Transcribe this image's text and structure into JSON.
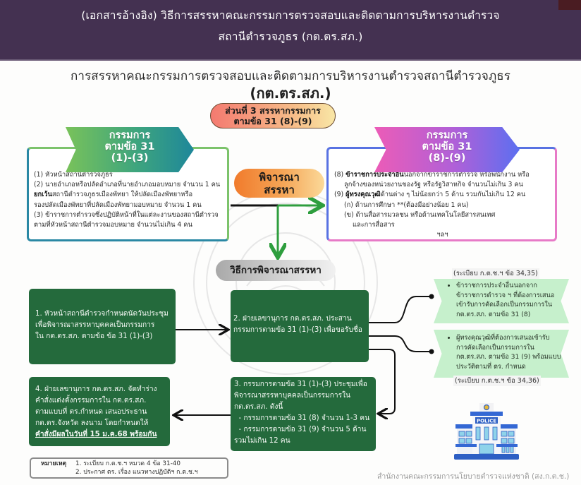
{
  "header": {
    "line1": "(เอกสารอ้างอิง)  วิธีการสรรหาคณะกรรมการตรวจสอบและติดตามการบริหารงานตำรวจ",
    "line2": "สถานีตำรวจภูธร (กต.ตร.สภ.)"
  },
  "title": {
    "main": "การสรรหาคณะกรรมการตรวจสอบและติดตามการบริหารงานตำรวจสถานีตำรวจภูธร",
    "abbr": "(กต.ตร.สภ.)"
  },
  "section_pill": {
    "line1": "ส่วนที่ 3 สรรหากรรมการ",
    "line2": "ตามข้อ 31 (8)-(9)"
  },
  "left_group": {
    "banner": [
      "กรรมการ",
      "ตามข้อ 31",
      "(1)-(3)"
    ],
    "items": {
      "i1": "(1) หัวหน้าสถานีตำรวจภูธร",
      "i2a": "(2) นายอำเภอหรือปลัดอำเภอที่นายอำเภอมอบหมาย จำนวน 1 คน",
      "i2b_bold": "ยกเว้น",
      "i2b": "สถานีตำรวจภูธรเมืองพัทยา ให้ปลัดเมืองพัทยาหรือ",
      "i2c": "รองปลัดเมืองพัทยาที่ปลัดเมืองพัทยามอบหมาย จำนวน 1 คน",
      "i3a": "(3) ข้าราชการตำรวจซึ่งปฏิบัติหน้าที่ในแต่ละงานของสถานีตำรวจ",
      "i3b": "ตามที่หัวหน้าสถานีตำรวจมอบหมาย จำนวนไม่เกิน 4 คน"
    }
  },
  "right_group": {
    "banner": [
      "กรรมการ",
      "ตามข้อ 31",
      "(8)-(9)"
    ],
    "items": {
      "i8_prefix": "(8) ",
      "i8_bold": "ข้าราชการประจำอื่น",
      "i8a": "นอกจากข้าราชการตำรวจ หรือพนักงาน หรือ",
      "i8b": "ลูกจ้างของหน่วยงานของรัฐ หรือรัฐวิสาหกิจ จำนวนไม่เกิน 3 คน",
      "i9_prefix": "(9) ",
      "i9_bold": "ผู้ทรงคุณวุฒิ",
      "i9a": "ด้านต่าง ๆ ไม่น้อยกว่า 5 ด้าน รวมกันไม่เกิน 12 คน",
      "ka": "(ก) ด้านการศึกษา **(ต้องมีอย่างน้อย 1 คน)",
      "kha1": "(ข) ด้านสื่อสารมวลชน หรือด้านเทคโนโลยีสารสนเทศ",
      "kha2": "และการสื่อสาร",
      "etc": "ฯลฯ"
    }
  },
  "consider_pill": {
    "line1": "พิจารณา",
    "line2": "สรรหา"
  },
  "method_pill": "วิธีการพิจารณาสรรหา",
  "steps": {
    "s1": [
      "1. หัวหน้าสถานีตำรวจกำหนดนัดวันประชุม",
      "เพื่อพิจารณาสรรหาบุคคลเป็นกรรมการ",
      "ใน กต.ตร.สภ. ตามข้อ ข้อ 31 (1)-(3)"
    ],
    "s2": [
      "2. ฝ่ายเลขานุการ กต.ตร.สภ. ประสาน",
      "กรรมการตามข้อ 31 (1)-(3) เพื่อขอรับชื่อ"
    ],
    "s3": [
      "3. กรรมการตามข้อ 31 (1)-(3) ประชุมเพื่อ",
      "พิจารณาสรรหาบุคคลเป็นกรรมการใน",
      "กต.ตร.สภ. ดังนี้",
      "  - กรรมการตามข้อ 31 (8) จำนวน 1-3 คน",
      "  - กรรมการตามข้อ 31 (9) จำนวน 5 ด้าน",
      "รวมไม่เกิน 12 คน"
    ],
    "s4": [
      "4. ฝ่ายเลขานุการ กต.ตร.สภ. จัดทำร่าง",
      "คำสั่งแต่งตั้งกรรมการใน กต.ตร.สภ.",
      "ตามแบบที่ ตร.กำหนด เสนอประธาน",
      "กต.ตร.จังหวัด ลงนาม โดยกำหนดให้"
    ],
    "s4_emph": "คำสั่งมีผลในวันที่ 15 ม.ค.68 พร้อมกัน"
  },
  "notes": {
    "reg_top": "(ระเบียบ ก.ต.ช.ฯ ข้อ 34,35)",
    "n1": [
      "ข้าราชการประจำอื่นนอกจาก",
      "ข้าราชการตำรวจ ฯ ที่ต้องการเสนอ",
      "เข้ารับการคัดเลือกเป็นกรรมการใน",
      "กต.ตร.สภ. ตามข้อ 31 (8)"
    ],
    "n2": [
      "ผู้ทรงคุณวุฒิที่ต้องการเสนอเข้ารับ",
      "การคัดเลือกเป็นกรรมการใน",
      "กต.ตร.สภ. ตามข้อ 31 (9) พร้อมแบบ",
      "ประวัติตามที่ ตร. กำหนด"
    ],
    "reg_bottom": "(ระเบียบ ก.ต.ช.ฯ ข้อ 34,36)"
  },
  "remark": {
    "label": "หมายเหตุ",
    "r1": "1. ระเบียบ ก.ต.ช.ฯ หมวด 4 ข้อ 31-40",
    "r2": "2. ประกาศ ตร. เรื่อง แนวทางปฏิบัติฯ ก.ต.ช.ฯ"
  },
  "police_sign": "POLICE",
  "footer_org": "สำนักงานคณะกรรมการนโยบายตำรวจแห่งชาติ (สง.ก.ต.ช.)",
  "colors": {
    "header_bg": "#443151",
    "step_green": "#246a3c",
    "note_green": "#c6f0cc",
    "arrow_green": "#2e9e3e"
  }
}
